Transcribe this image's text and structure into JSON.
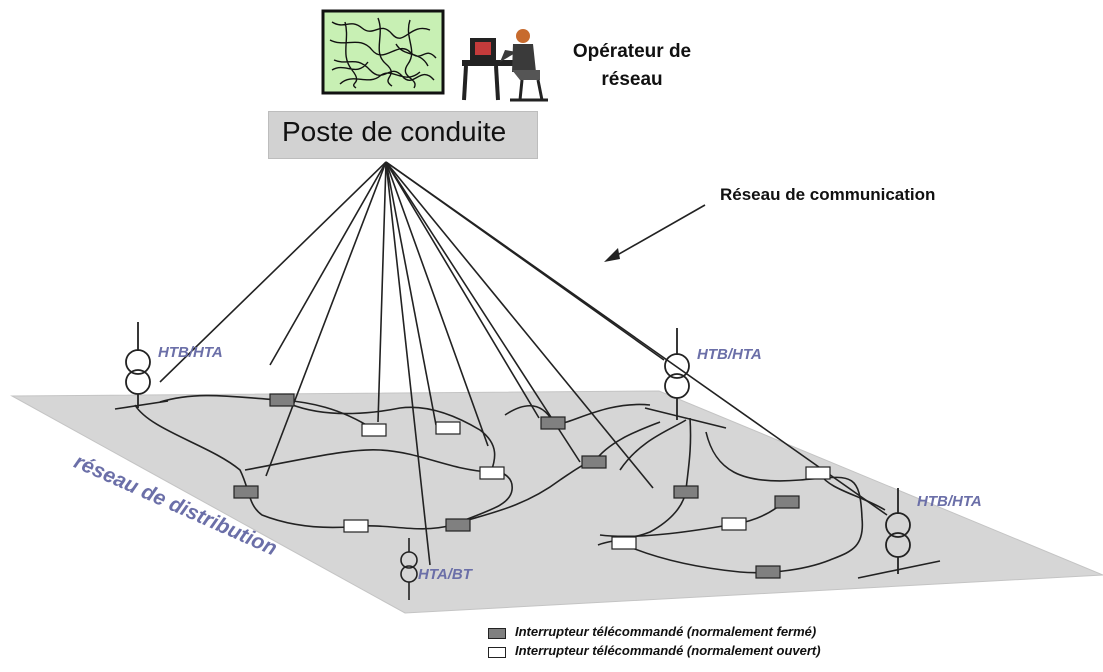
{
  "operator_label": "Opérateur de réseau",
  "operator_line1": "Opérateur de",
  "operator_line2": "réseau",
  "control_station": "Poste de conduite",
  "communication_network": "Réseau de communication",
  "distribution_network": "réseau de distribution",
  "transformers": {
    "htb_hta": "HTB/HTA",
    "hta_bt": "HTA/BT"
  },
  "legend": {
    "closed": "Interrupteur télécommandé (normalement fermé)",
    "open": "Interrupteur télécommandé (normalement ouvert)"
  },
  "colors": {
    "closed_switch": "#808080",
    "open_switch": "#ffffff",
    "plane": "#d6d6d6",
    "label_blue": "#6b6fa8",
    "screen": "#c8f0b4"
  },
  "icons": [
    "network-map-screen-icon",
    "operator-workstation-icon",
    "transformer-icon"
  ]
}
